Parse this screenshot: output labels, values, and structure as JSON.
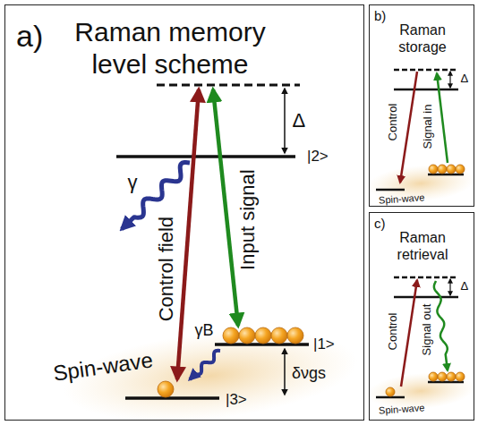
{
  "diagram": {
    "nodes": [
      {
        "text": [
          "a)",
          "Raman memory level scheme"
        ]
      },
      {
        "text": [
          "b)",
          "Raman storage"
        ]
      },
      {
        "text": [
          "c)",
          "Raman retrieval"
        ]
      }
    ],
    "labels": [
      "Δ",
      "|2>",
      "γ",
      "Control field",
      "Input signal",
      "γB",
      "|1>",
      "δνgs",
      "Spin-wave",
      "|3>",
      "Δ",
      "Control",
      "Signal in",
      "Spin-wave",
      "Δ",
      "Control",
      "Signal out",
      "Spin-wave"
    ]
  }
}
